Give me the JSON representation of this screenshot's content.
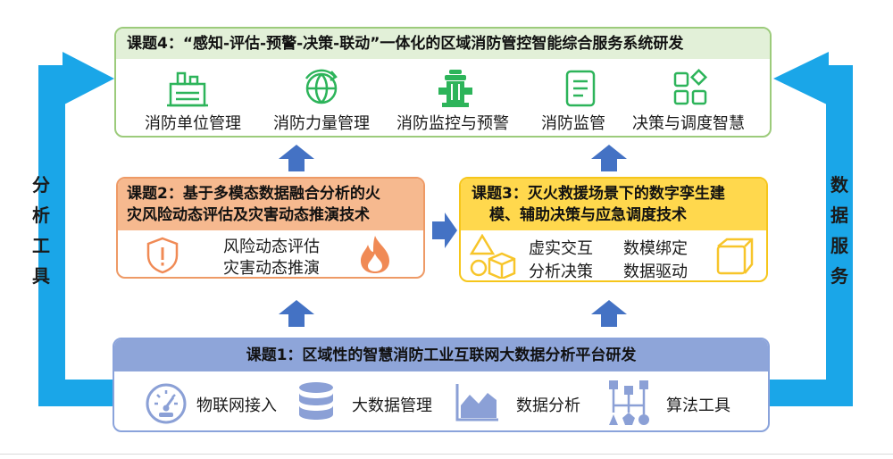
{
  "colors": {
    "green_border": "#9ccb7b",
    "green_header": "#e2f0d8",
    "orange_header": "#f6b98f",
    "orange_border": "#ee9a66",
    "yellow_header": "#ffd84d",
    "yellow_border": "#f6c61a",
    "blue_header": "#8ea5d9",
    "blue_border": "#8aa3db",
    "cyan_arrow": "#1aa6e8",
    "block_arrow": "#4472c4",
    "green_icon": "#2db45a",
    "orange_icon": "#f08a55",
    "yellow_icon": "#f7c52a",
    "blue_icon": "#8ba0d6"
  },
  "top": {
    "title": "课题4：“感知-评估-预警-决策-联动”一体化的区域消防管控智能综合服务系统研发",
    "items": [
      {
        "label": "消防单位管理",
        "icon": "factory-icon"
      },
      {
        "label": "消防力量管理",
        "icon": "globe-refresh-icon"
      },
      {
        "label": "消防监控与预警",
        "icon": "hydrant-icon"
      },
      {
        "label": "消防监管",
        "icon": "document-icon"
      },
      {
        "label": "决策与调度智慧",
        "icon": "grid-diamond-icon"
      }
    ]
  },
  "left_mid": {
    "title_line1": "课题2：基于多模态数据融合分析的火",
    "title_line2": "灾风险动态评估及灾害动态推演技术",
    "items": [
      "风险动态评估",
      "灾害动态推演"
    ]
  },
  "right_mid": {
    "title_line1": "课题3：灭火救援场景下的数字孪生建",
    "title_line2": "模、辅助决策与应急调度技术",
    "items": [
      "虚实交互",
      "数模绑定",
      "分析决策",
      "数据驱动"
    ]
  },
  "bottom": {
    "title": "课题1：区域性的智慧消防工业互联网大数据分析平台研发",
    "items": [
      {
        "label": "物联网接入",
        "icon": "gauge-icon"
      },
      {
        "label": "大数据管理",
        "icon": "database-icon"
      },
      {
        "label": "数据分析",
        "icon": "area-chart-icon"
      },
      {
        "label": "算法工具",
        "icon": "tree-shapes-icon"
      }
    ]
  },
  "side": {
    "left": [
      "分",
      "析",
      "工",
      "具"
    ],
    "right": [
      "数",
      "据",
      "服",
      "务"
    ]
  }
}
